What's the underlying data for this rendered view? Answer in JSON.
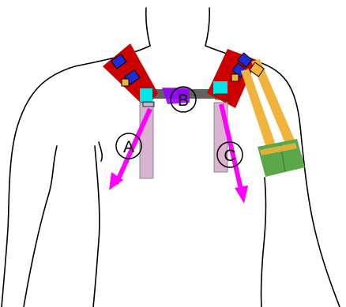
{
  "labels": {
    "a": "A",
    "b": "B",
    "c": "C"
  },
  "colors": {
    "outline": "#000000",
    "shoulder_pad": "#cc0000",
    "motor": "#1f2bd6",
    "connector": "#00e5e5",
    "cable_sleeve": "#d9b3cf",
    "cable_arrow": "#ff00ff",
    "back_bar": "#606060",
    "back_cable": "#9a00ff",
    "arm_strap": "#f0b43c",
    "arm_cuff": "#5aa84a"
  },
  "icons": {
    "motor": "motor-icon",
    "connector": "connector-icon",
    "arrow": "arrow-icon"
  }
}
